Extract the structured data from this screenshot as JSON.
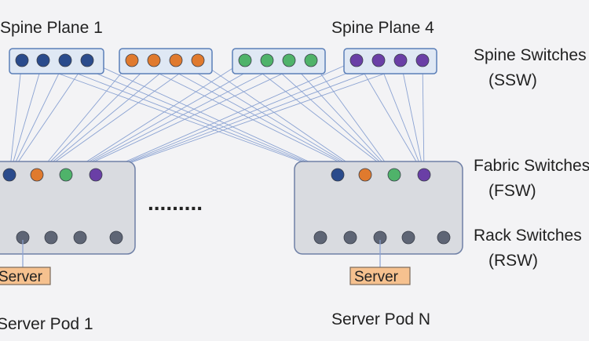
{
  "colors": {
    "background": "#f3f3f5",
    "spine_box_fill": "#dfe8f4",
    "spine_box_stroke": "#5b7fb8",
    "pod_box_fill": "#d9dbe0",
    "pod_box_stroke": "#6f80a6",
    "link": "#8aa2d2",
    "plane1": "#2a4b8c",
    "plane2": "#e07a2e",
    "plane3": "#4fb36a",
    "plane4": "#6a3fa6",
    "rack": "#5e6575",
    "server_fill": "#f6c18f",
    "server_stroke": "#7a6a5a"
  },
  "labels": {
    "spine_plane_first": "Spine Plane 1",
    "spine_plane_last": "Spine Plane 4",
    "ssw_line1": "Spine Switches",
    "ssw_line2": "(SSW)",
    "fsw_line1": "Fabric Switches",
    "fsw_line2": "(FSW)",
    "rsw_line1": "Rack Switches",
    "rsw_line2": "(RSW)",
    "server_left": "Server",
    "server_right": "Server",
    "pod_first": "Server Pod 1",
    "pod_last": "Server Pod N",
    "ellipsis": "........."
  },
  "topology": {
    "spine_planes": 4,
    "spine_switches_per_plane": 4,
    "fabric_switches_per_pod": 4,
    "rack_switches_pod_1": 4,
    "rack_switches_pod_n": 5,
    "pods_shown": 2
  }
}
